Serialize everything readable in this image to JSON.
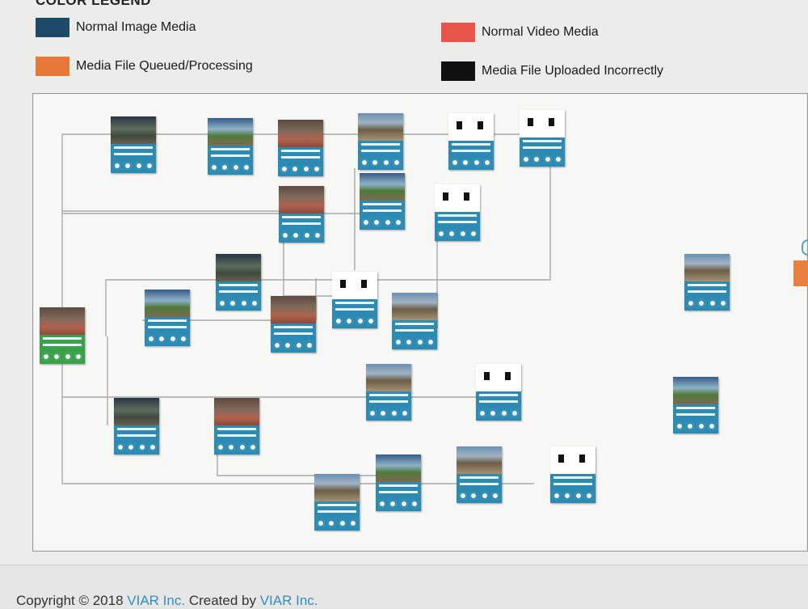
{
  "legend": {
    "title": "COLOR LEGEND",
    "items": [
      {
        "label": "Normal Image Media",
        "color": "#1d4a66"
      },
      {
        "label": "Normal Video Media",
        "color": "#e8554a"
      },
      {
        "label": "Media File Queued/Processing",
        "color": "#e8783a"
      },
      {
        "label": "Media File Uploaded Incorrectly",
        "color": "#111111"
      }
    ]
  },
  "colors": {
    "node_panel": "#2d8bb3",
    "node_panel_start": "#3aa14a",
    "wire": "#a9a9a9"
  },
  "footer": {
    "copyright": "Copyright © 2018 ",
    "company": "VIAR Inc.",
    "created_by": " Created by ",
    "creator": "VIAR Inc."
  }
}
